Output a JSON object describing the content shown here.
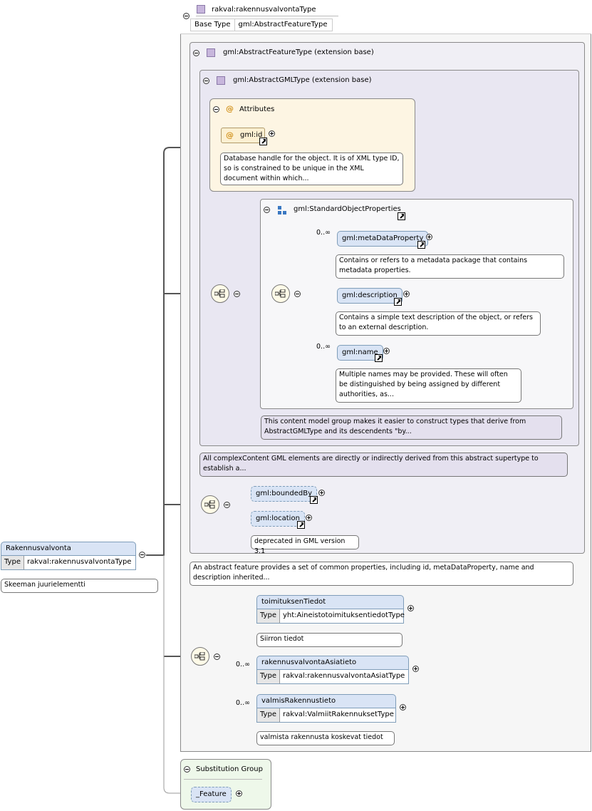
{
  "root": {
    "name": "Rakennusvalvonta",
    "type_label": "Type",
    "type_value": "rakval:rakennusvalvontaType",
    "doc": "Skeeman juurielementti"
  },
  "complex_type": {
    "name": "rakval:rakennusvalvontaType",
    "base_label": "Base Type",
    "base_value": "gml:AbstractFeatureType"
  },
  "abstract_feature": {
    "title": "gml:AbstractFeatureType (extension base)",
    "doc": "An abstract feature provides a set of common properties, including id, metaDataProperty, name and description inherited..."
  },
  "abstract_gml": {
    "title": "gml:AbstractGMLType (extension base)",
    "doc": "All complexContent GML elements are directly or indirectly derived from this abstract supertype to establish a..."
  },
  "attributes": {
    "title": "Attributes",
    "id_name": "gml:id",
    "id_doc": "Database handle for the object. It is of XML type ID, so is constrained to be unique in the XML document within which..."
  },
  "standard_props": {
    "title": "gml:StandardObjectProperties",
    "doc": "This content model group makes it easier to construct types that derive from AbstractGMLType and its descendents \"by...",
    "items": [
      {
        "name": "gml:metaDataProperty",
        "occ": "0..∞",
        "doc": "Contains or refers to a metadata package that contains metadata properties."
      },
      {
        "name": "gml:description",
        "occ": "",
        "doc": "Contains a simple text description of the object, or refers to an external description."
      },
      {
        "name": "gml:name",
        "occ": "0..∞",
        "doc": "Multiple names may be provided. These will often be distinguished by being assigned by different authorities, as..."
      }
    ]
  },
  "bounded": {
    "bounded_by": "gml:boundedBy",
    "location": "gml:location",
    "location_doc": "deprecated in GML version 3.1"
  },
  "content": [
    {
      "name": "toimituksenTiedot",
      "occ": "",
      "type_label": "Type",
      "type_value": "yht:AineistotoimituksentiedotType",
      "doc": "Siirron tiedot"
    },
    {
      "name": "rakennusvalvontaAsiatieto",
      "occ": "0..∞",
      "type_label": "Type",
      "type_value": "rakval:rakennusvalvontaAsiatType",
      "doc": ""
    },
    {
      "name": "valmisRakennustieto",
      "occ": "0..∞",
      "type_label": "Type",
      "type_value": "rakval:ValmiitRakennuksetType",
      "doc": "valmista rakennusta koskevat tiedot"
    }
  ],
  "substitution": {
    "title": "Substitution Group",
    "item": "_Feature"
  }
}
